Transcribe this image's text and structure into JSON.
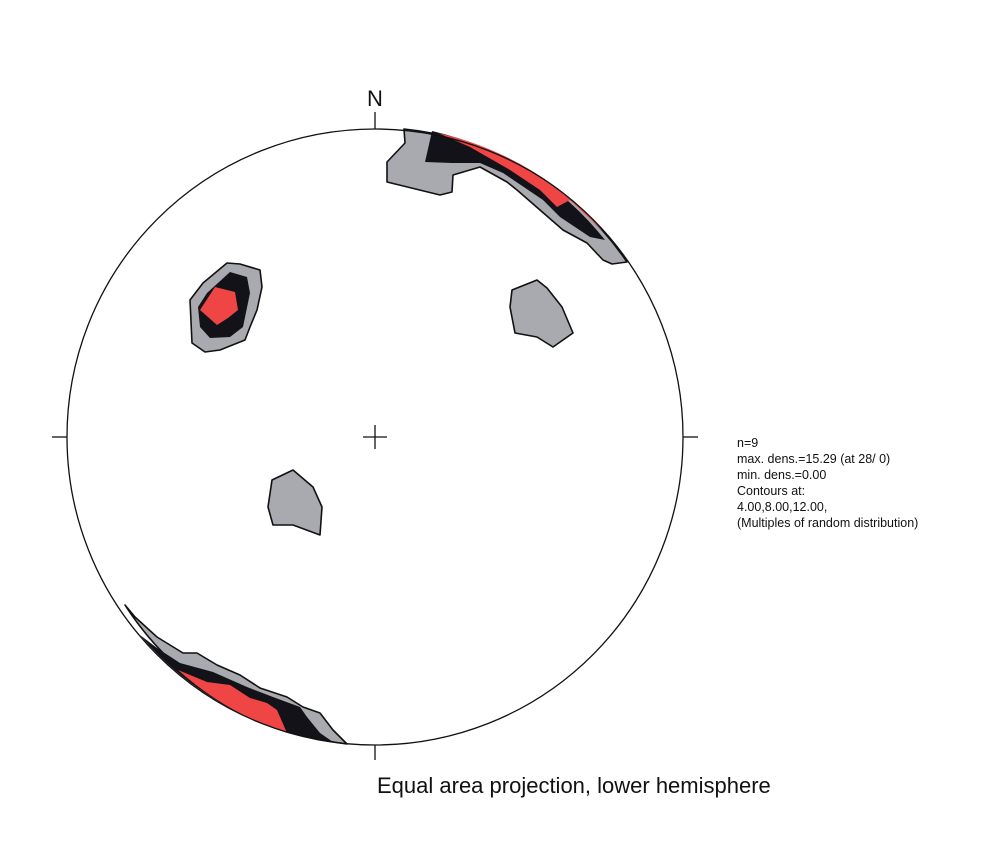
{
  "projection": {
    "north_label": "N",
    "title": "Equal area projection, lower hemisphere"
  },
  "legend": {
    "n": "n=9",
    "max_density": "max. dens.=15.29 (at  28/  0)",
    "min_density": "min. dens.=0.00",
    "contours_label": "Contours at:",
    "contour_levels": "4.00,8.00,12.00,",
    "units": "(Multiples of random distribution)"
  },
  "colors": {
    "level_4": "#a9a9b0",
    "level_8": "#121218",
    "level_12": "#ef4545",
    "outline": "#111111"
  }
}
